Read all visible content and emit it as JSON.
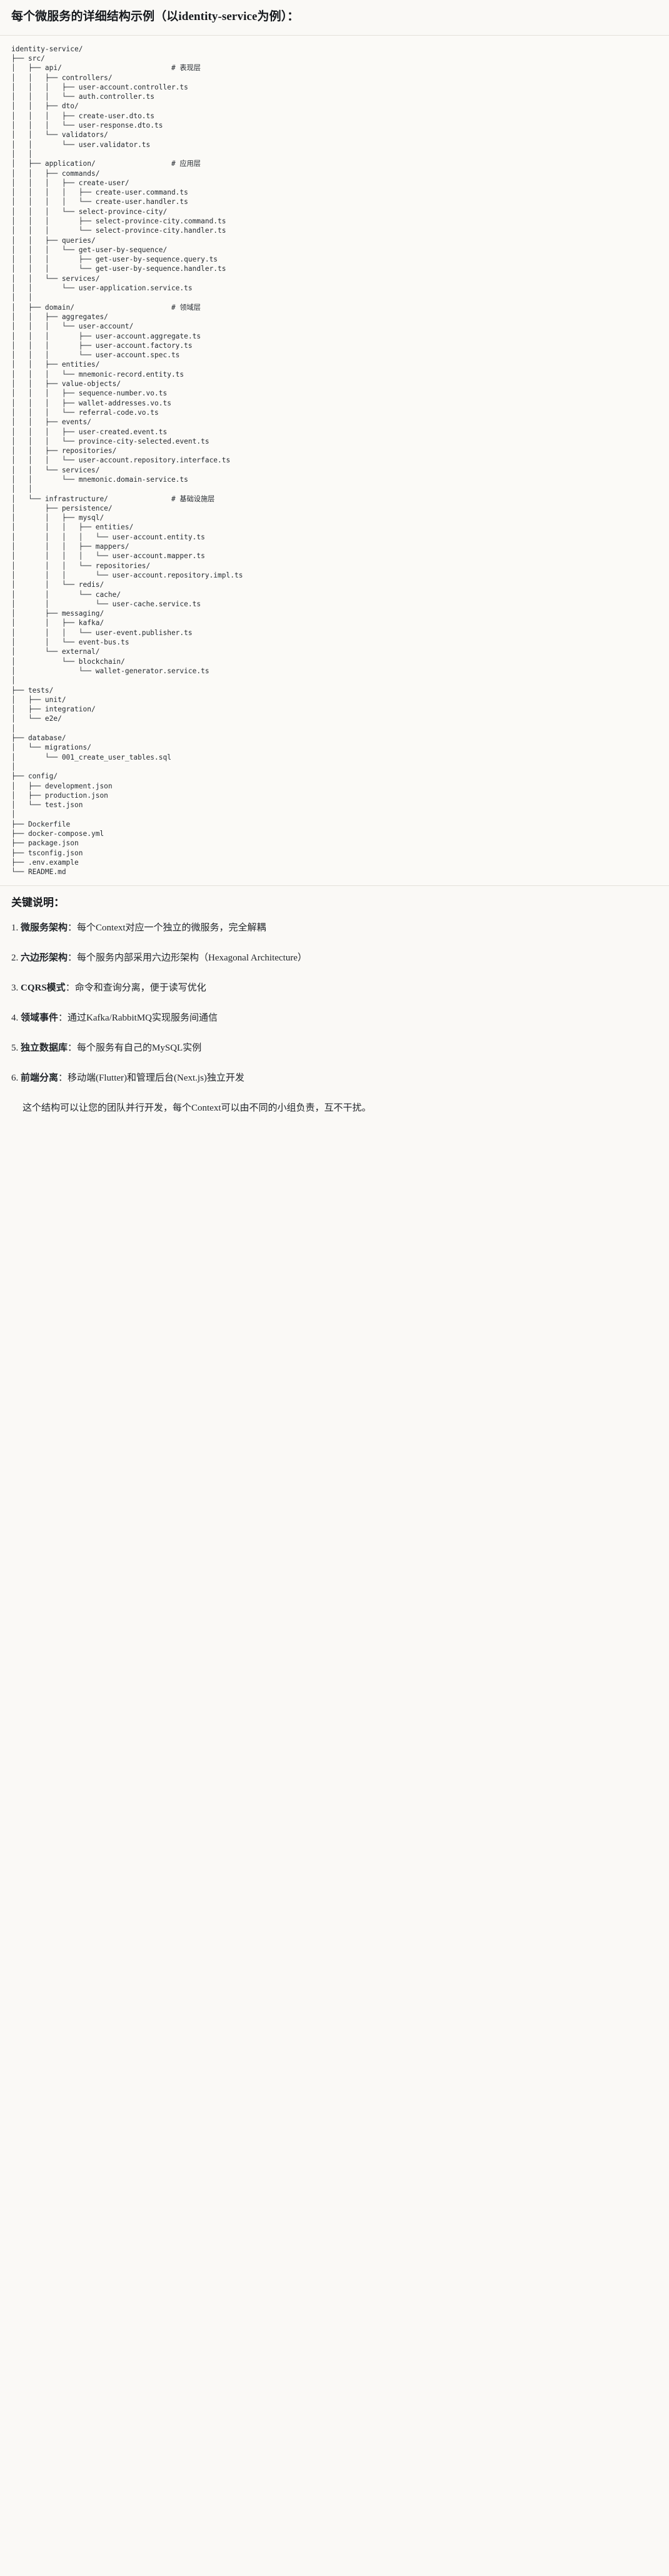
{
  "header": {
    "title": "每个微服务的详细结构示例（以identity-service为例）："
  },
  "code_block": {
    "language": "text",
    "root": "identity-service/",
    "lines": [
      "identity-service/",
      "├── src/",
      "│   ├── api/                          # 表现层",
      "│   │   ├── controllers/",
      "│   │   │   ├── user-account.controller.ts",
      "│   │   │   └── auth.controller.ts",
      "│   │   ├── dto/",
      "│   │   │   ├── create-user.dto.ts",
      "│   │   │   └── user-response.dto.ts",
      "│   │   └── validators/",
      "│   │       └── user.validator.ts",
      "│   │",
      "│   ├── application/                  # 应用层",
      "│   │   ├── commands/",
      "│   │   │   ├── create-user/",
      "│   │   │   │   ├── create-user.command.ts",
      "│   │   │   │   └── create-user.handler.ts",
      "│   │   │   └── select-province-city/",
      "│   │   │       ├── select-province-city.command.ts",
      "│   │   │       └── select-province-city.handler.ts",
      "│   │   ├── queries/",
      "│   │   │   └── get-user-by-sequence/",
      "│   │   │       ├── get-user-by-sequence.query.ts",
      "│   │   │       └── get-user-by-sequence.handler.ts",
      "│   │   └── services/",
      "│   │       └── user-application.service.ts",
      "│   │",
      "│   ├── domain/                       # 领域层",
      "│   │   ├── aggregates/",
      "│   │   │   └── user-account/",
      "│   │   │       ├── user-account.aggregate.ts",
      "│   │   │       ├── user-account.factory.ts",
      "│   │   │       └── user-account.spec.ts",
      "│   │   ├── entities/",
      "│   │   │   └── mnemonic-record.entity.ts",
      "│   │   ├── value-objects/",
      "│   │   │   ├── sequence-number.vo.ts",
      "│   │   │   ├── wallet-addresses.vo.ts",
      "│   │   │   └── referral-code.vo.ts",
      "│   │   ├── events/",
      "│   │   │   ├── user-created.event.ts",
      "│   │   │   └── province-city-selected.event.ts",
      "│   │   ├── repositories/",
      "│   │   │   └── user-account.repository.interface.ts",
      "│   │   └── services/",
      "│   │       └── mnemonic.domain-service.ts",
      "│   │",
      "│   └── infrastructure/               # 基础设施层",
      "│       ├── persistence/",
      "│       │   ├── mysql/",
      "│       │   │   ├── entities/",
      "│       │   │   │   └── user-account.entity.ts",
      "│       │   │   ├── mappers/",
      "│       │   │   │   └── user-account.mapper.ts",
      "│       │   │   └── repositories/",
      "│       │   │       └── user-account.repository.impl.ts",
      "│       │   └── redis/",
      "│       │       └── cache/",
      "│       │           └── user-cache.service.ts",
      "│       ├── messaging/",
      "│       │   ├── kafka/",
      "│       │   │   └── user-event.publisher.ts",
      "│       │   └── event-bus.ts",
      "│       └── external/",
      "│           └── blockchain/",
      "│               └── wallet-generator.service.ts",
      "│",
      "├── tests/",
      "│   ├── unit/",
      "│   ├── integration/",
      "│   └── e2e/",
      "│",
      "├── database/",
      "│   └── migrations/",
      "│       └── 001_create_user_tables.sql",
      "│",
      "├── config/",
      "│   ├── development.json",
      "│   ├── production.json",
      "│   └── test.json",
      "│",
      "├── Dockerfile",
      "├── docker-compose.yml",
      "├── package.json",
      "├── tsconfig.json",
      "├── .env.example",
      "└── README.md"
    ],
    "layer_comments": [
      {
        "path": "src/api/",
        "comment": "# 表现层"
      },
      {
        "path": "src/application/",
        "comment": "# 应用层"
      },
      {
        "path": "src/domain/",
        "comment": "# 领域层"
      },
      {
        "path": "src/infrastructure/",
        "comment": "# 基础设施层"
      }
    ]
  },
  "notes": {
    "title": "关键说明：",
    "items": [
      {
        "num": "1.",
        "term": "微服务架构",
        "sep": "：",
        "desc": "每个Context对应一个独立的微服务，完全解耦"
      },
      {
        "num": "2.",
        "term": "六边形架构",
        "sep": "：",
        "desc": "每个服务内部采用六边形架构（Hexagonal Architecture）"
      },
      {
        "num": "3.",
        "term": "CQRS模式",
        "sep": "：",
        "desc": "命令和查询分离，便于读写优化"
      },
      {
        "num": "4.",
        "term": "领域事件",
        "sep": "：",
        "desc": "通过Kafka/RabbitMQ实现服务间通信"
      },
      {
        "num": "5.",
        "term": "独立数据库",
        "sep": "：",
        "desc": "每个服务有自己的MySQL实例"
      },
      {
        "num": "6.",
        "term": "前端分离",
        "sep": "：",
        "desc": "移动端(Flutter)和管理后台(Next.js)独立开发"
      }
    ],
    "closing": "这个结构可以让您的团队并行开发，每个Context可以由不同的小组负责，互不干扰。"
  },
  "colors": {
    "page_background": "#faf9f6",
    "code_background": "#fbfaf7",
    "border": "#e3e1da",
    "text": "#1f2328",
    "code_text": "#24292f"
  }
}
